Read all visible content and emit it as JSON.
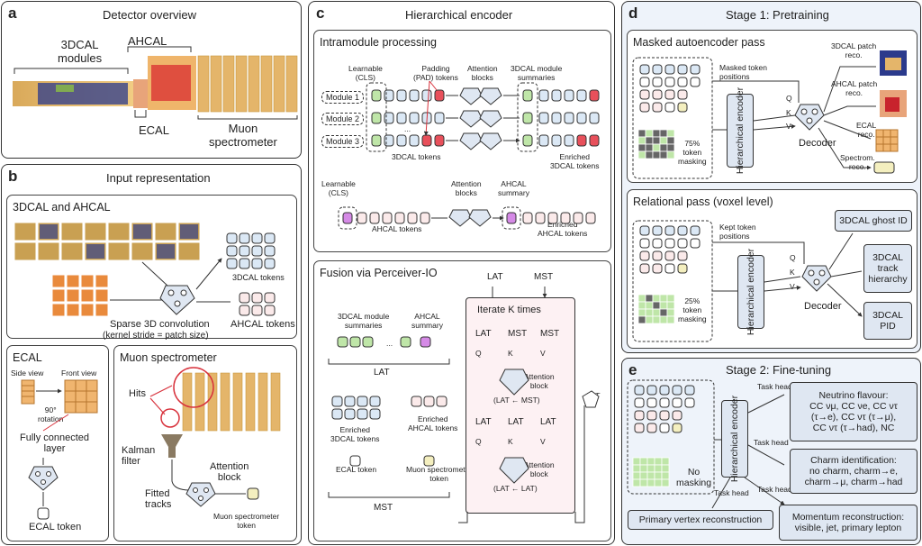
{
  "panels": {
    "a": {
      "letter": "a",
      "title": "Detector overview",
      "labels": {
        "modules": "3DCAL\nmodules",
        "ahcal": "AHCAL",
        "ecal": "ECAL",
        "muon": "Muon\nspectrometer"
      }
    },
    "b": {
      "letter": "b",
      "title": "Input representation",
      "top": {
        "title": "3DCAL and AHCAL",
        "tokens_3dcal": "3DCAL tokens",
        "tokens_ahcal": "AHCAL tokens",
        "conv": "Sparse  3D convolution",
        "conv_sub": "(kernel stride = patch size)"
      },
      "ecal": {
        "title": "ECAL",
        "side": "Side view",
        "front": "Front view",
        "rotation": "90°\nrotation",
        "fc": "Fully connected\nlayer",
        "token": "ECAL token"
      },
      "muon": {
        "title": "Muon spectrometer",
        "hits": "Hits",
        "kalman": "Kalman\nfilter",
        "fitted": "Fitted\ntracks",
        "attention": "Attention\nblock",
        "token": "Muon spectrometer\ntoken"
      }
    },
    "c": {
      "letter": "c",
      "title": "Hierarchical encoder",
      "intra": {
        "title": "Intramodule processing",
        "learnable": "Learnable\n(CLS)",
        "padding": "Padding\n(PAD) tokens",
        "attention": "Attention\nblocks",
        "summaries": "3DCAL module\nsummaries",
        "modules": [
          "Module 1",
          "Module 2",
          "Module 3"
        ],
        "dots": "...",
        "tokens_3dcal": "3DCAL tokens",
        "enriched_3dcal": "Enriched\n3DCAL tokens",
        "learnable2": "Learnable\n(CLS)",
        "attention2": "Attention\nblocks",
        "ahcal_summary": "AHCAL\nsummary",
        "ahcal_tokens": "AHCAL tokens",
        "enriched_ahcal": "Enriched\nAHCAL tokens"
      },
      "fusion": {
        "title": "Fusion via Perceiver-IO",
        "lat": "LAT",
        "mst": "MST",
        "module_summaries": "3DCAL module\nsummaries",
        "ahcal_summary": "AHCAL\nsummary",
        "dots": "...",
        "lat_label": "LAT",
        "enriched_3dcal": "Enriched\n3DCAL tokens",
        "enriched_ahcal": "Enriched\nAHCAL tokens",
        "ecal_token": "ECAL token",
        "muon_token": "Muon spectrometer\ntoken",
        "mst_label": "MST",
        "iterate": "Iterate  K times",
        "row1": [
          "LAT",
          "MST",
          "MST"
        ],
        "row2": [
          "LAT",
          "LAT",
          "LAT"
        ],
        "qkv": [
          "Q",
          "K",
          "V"
        ],
        "attn": "Attention\nblock",
        "attn1_sub": "(LAT ← MST)",
        "attn2_sub": "(LAT ← LAT)",
        "lat_badge": "LAT"
      }
    },
    "d": {
      "letter": "d",
      "title": "Stage 1: Pretraining",
      "mae": {
        "title": "Masked autoencoder pass",
        "masked_pos": "Masked token\npositions",
        "masking": "75%\ntoken\nmasking",
        "encoder": "Hierarchical\nencoder",
        "decoder": "Decoder",
        "qkv": [
          "Q",
          "K",
          "V"
        ],
        "out1": "3DCAL patch\nreco.",
        "out2": "AHCAL patch\nreco.",
        "out3": "ECAL\nreco.",
        "out4": "Spectrom.\nreco."
      },
      "rel": {
        "title": "Relational pass (voxel level)",
        "kept_pos": "Kept token\npositions",
        "masking": "25%\ntoken\nmasking",
        "encoder": "Hierarchical\nencoder",
        "decoder": "Decoder",
        "qkv": [
          "Q",
          "K",
          "V"
        ],
        "out1": "3DCAL ghost ID",
        "out2": "3DCAL\ntrack\nhierarchy",
        "out3": "3DCAL\nPID"
      }
    },
    "e": {
      "letter": "e",
      "title": "Stage 2: Fine-tuning",
      "no_masking": "No\nmasking",
      "encoder": "Hierarchical\nencoder",
      "task_head": "Task head",
      "flavour": "Neutrino flavour:\nCC νμ, CC νe, CC ντ\n(τ→e), CC ντ (τ→μ),\nCC ντ (τ→had), NC",
      "charm": "Charm identification:\nno charm, charm→e,\ncharm→μ, charm→had",
      "vertex": "Primary vertex reconstruction",
      "momentum": "Momentum reconstruction:\nvisible, jet, primary lepton"
    }
  },
  "colors": {
    "blue": "#c9dcef",
    "green": "#bfe6a8",
    "red": "#e8505b",
    "pink": "#f6cfcf",
    "purple": "#d58ae6",
    "yellow": "#f4efbf",
    "encoder": "#dfe7f2",
    "box": "#dfe7f2"
  }
}
